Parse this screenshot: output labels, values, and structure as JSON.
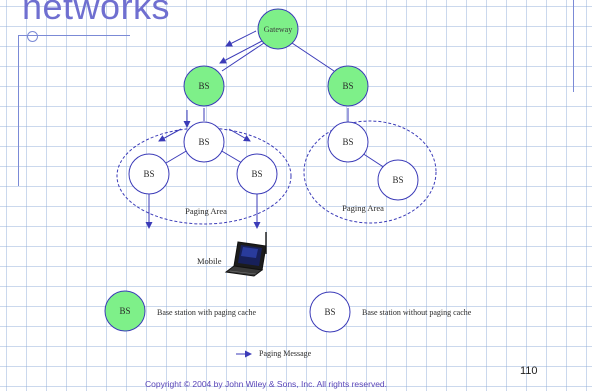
{
  "slide": {
    "title": "networks",
    "page_number": "110",
    "copyright": "Copyright © 2004 by John Wiley & Sons, Inc. All rights reserved."
  },
  "colors": {
    "cache_node_fill": "#7ef089",
    "plain_node_fill": "#ffffff",
    "node_stroke": "#3b3bb8",
    "title_color": "#6f6fd0",
    "line_color": "#3b3bb8"
  },
  "nodes": {
    "gateway": "Gateway",
    "bs_label": "BS"
  },
  "labels": {
    "paging_area_left": "Paging Area",
    "paging_area_right": "Paging Area",
    "mobile": "Mobile"
  },
  "legend": {
    "with_cache": "Base station with paging cache",
    "without_cache": "Base station without paging cache",
    "paging_message": "Paging Message",
    "bs_label": "BS"
  },
  "icons": {
    "mobile": "laptop-icon"
  }
}
